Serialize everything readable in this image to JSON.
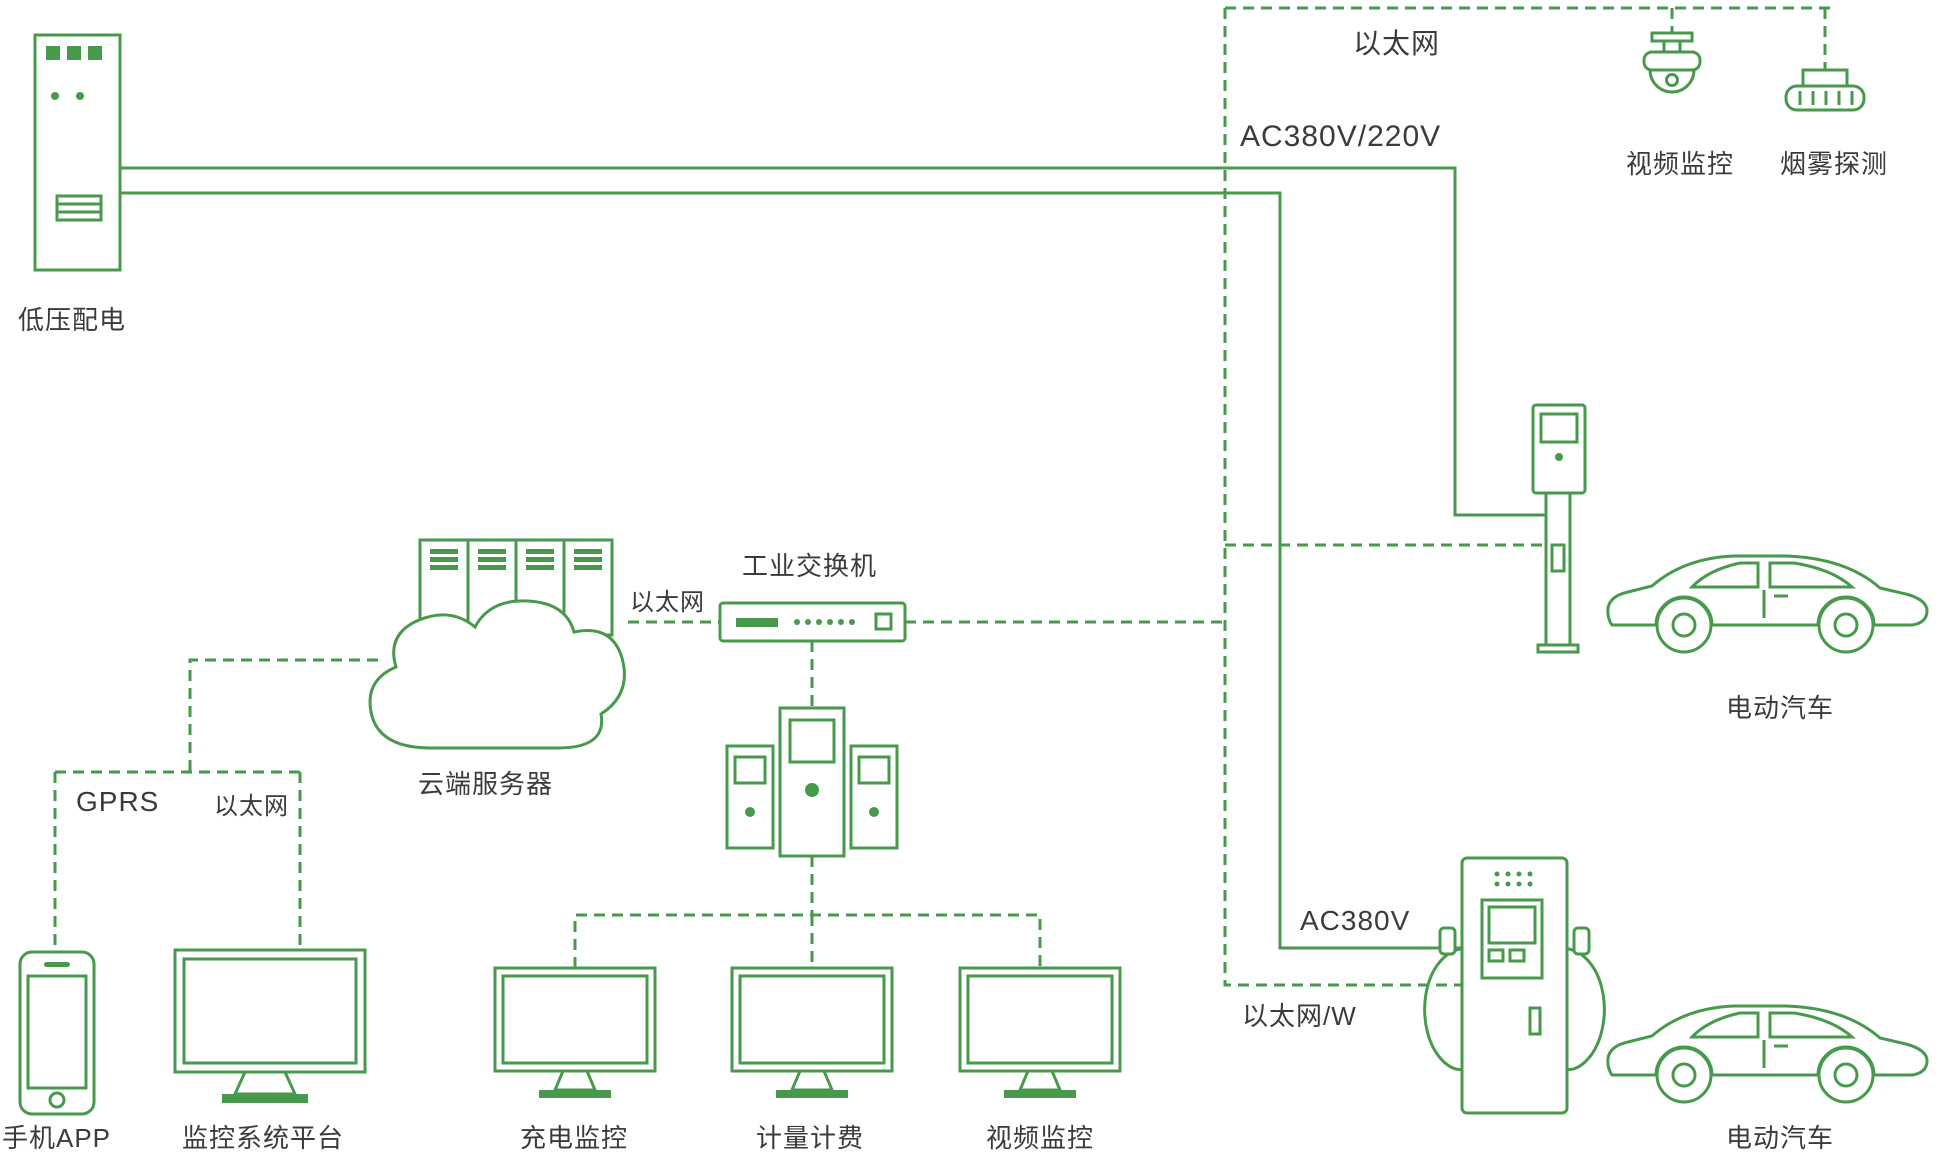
{
  "colors": {
    "line": "#479a4c",
    "text": "#3b3b3b",
    "background": "#ffffff"
  },
  "line_styles": {
    "power": "solid",
    "ethernet": "dashed"
  },
  "diagram": {
    "power": {
      "cabinet_label": "低压配电",
      "ac380v_220v_label": "AC380V/220V",
      "ac380v_label": "AC380V"
    },
    "network": {
      "ethernet_top_label": "以太网",
      "ethernet_mid_label": "以太网",
      "ethernet_left_label": "以太网",
      "ethernet_w_label": "以太网/W",
      "gprs_label": "GPRS"
    },
    "devices": {
      "video_camera_label": "视频监控",
      "smoke_detector_label": "烟雾探测",
      "cloud_server_label": "云端服务器",
      "industrial_switch_label": "工业交换机",
      "phone_label": "手机APP",
      "platform_label": "监控系统平台",
      "charging_monitor_label": "充电监控",
      "metering_label": "计量计费",
      "video_monitor_label": "视频监控",
      "ev_top_label": "电动汽车",
      "ev_bottom_label": "电动汽车"
    }
  },
  "icons": {
    "power_cabinet": "low-voltage-distribution-cabinet",
    "cctv_camera": "dome-camera",
    "smoke_detector": "smoke-detector",
    "ac_charging_post": "wall-charging-post",
    "ev_car": "electric-car-side-view",
    "cloud_server": "server-rack-in-cloud",
    "industrial_switch": "rack-switch",
    "charge_controllers": "charging-controller-group",
    "monitor": "desktop-monitor",
    "phone": "smartphone",
    "dc_charger": "dc-fast-charger-with-cables"
  }
}
